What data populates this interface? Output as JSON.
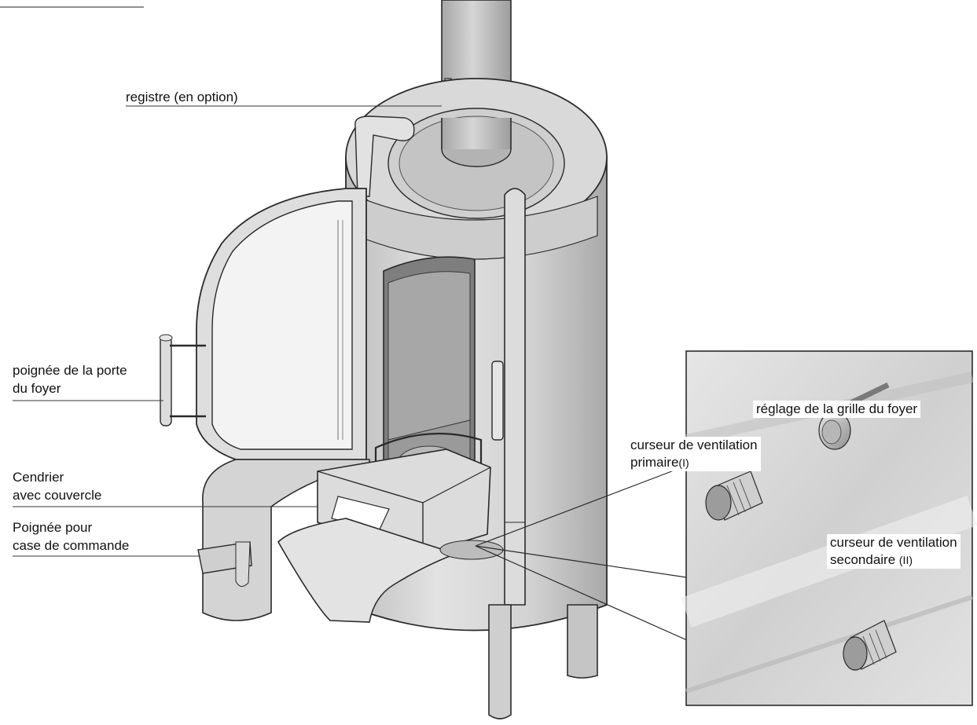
{
  "labels": {
    "damper": "registre (en option)",
    "door_handle_1": "poignée de la porte",
    "door_handle_2": "du foyer",
    "ashpan_1": "Cendrier",
    "ashpan_2": "avec couvercle",
    "control_handle_1": "Poignée pour",
    "control_handle_2": "case de commande"
  },
  "inset": {
    "grate": "réglage de la grille du foyer",
    "primary_1": "curseur de ventilation",
    "primary_2": "primaire",
    "primary_numeral": "(I)",
    "secondary_1": "curseur de ventilation",
    "secondary_2": "secondaire ",
    "secondary_numeral": "(II)"
  },
  "colors": {
    "steel_light": "#e4e4e4",
    "steel_mid": "#c9c9c9",
    "steel_dark": "#9a9a9a",
    "outline": "#2a2a2a",
    "glass": "#f3f3f3",
    "inset_bg": "#d8d8d8"
  }
}
